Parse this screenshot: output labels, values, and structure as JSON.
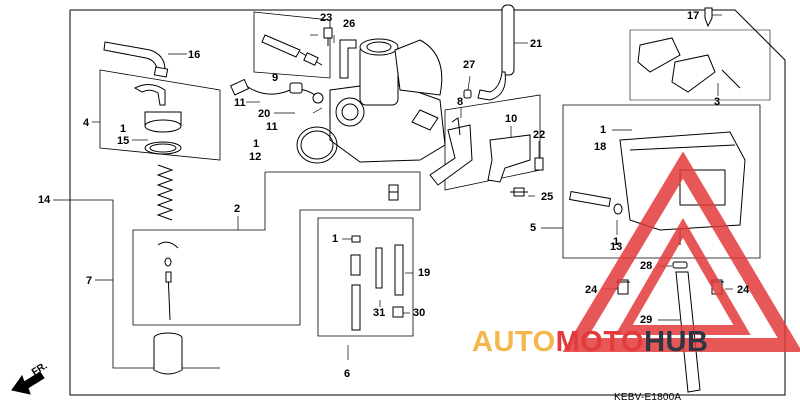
{
  "diagram": {
    "part_labels": [
      {
        "id": "l1",
        "text": "16"
      },
      {
        "id": "l2",
        "text": "4"
      },
      {
        "id": "l3",
        "text": "1"
      },
      {
        "id": "l4",
        "text": "15"
      },
      {
        "id": "l5",
        "text": "14"
      },
      {
        "id": "l6",
        "text": "7"
      },
      {
        "id": "l7",
        "text": "2"
      },
      {
        "id": "l8",
        "text": "9"
      },
      {
        "id": "l9",
        "text": "23"
      },
      {
        "id": "l10",
        "text": "26"
      },
      {
        "id": "l11",
        "text": "21"
      },
      {
        "id": "l12",
        "text": "27"
      },
      {
        "id": "l13",
        "text": "8"
      },
      {
        "id": "l14",
        "text": "10"
      },
      {
        "id": "l15",
        "text": "22"
      },
      {
        "id": "l16",
        "text": "11"
      },
      {
        "id": "l17",
        "text": "20"
      },
      {
        "id": "l18",
        "text": "11"
      },
      {
        "id": "l19",
        "text": "1"
      },
      {
        "id": "l20",
        "text": "12"
      },
      {
        "id": "l21",
        "text": "25"
      },
      {
        "id": "l22",
        "text": "17"
      },
      {
        "id": "l23",
        "text": "3"
      },
      {
        "id": "l24",
        "text": "1"
      },
      {
        "id": "l25",
        "text": "18"
      },
      {
        "id": "l26",
        "text": "5"
      },
      {
        "id": "l27",
        "text": "1"
      },
      {
        "id": "l28",
        "text": "13"
      },
      {
        "id": "l29",
        "text": "28"
      },
      {
        "id": "l30",
        "text": "24"
      },
      {
        "id": "l31",
        "text": "24"
      },
      {
        "id": "l32",
        "text": "29"
      },
      {
        "id": "l33",
        "text": "1"
      },
      {
        "id": "l34",
        "text": "19"
      },
      {
        "id": "l35",
        "text": "31"
      },
      {
        "id": "l36",
        "text": "30"
      },
      {
        "id": "l37",
        "text": "6"
      }
    ],
    "direction_label": "FR.",
    "drawing_code": "KEBV-E1800A"
  },
  "watermark": {
    "part1": "AUTO",
    "part2": "MOTO",
    "part3": "HUB"
  },
  "colors": {
    "ink": "#000000",
    "watermark_red": "#e33a3a",
    "watermark_orange": "#f5b64b",
    "watermark_dark": "#2d3642"
  }
}
